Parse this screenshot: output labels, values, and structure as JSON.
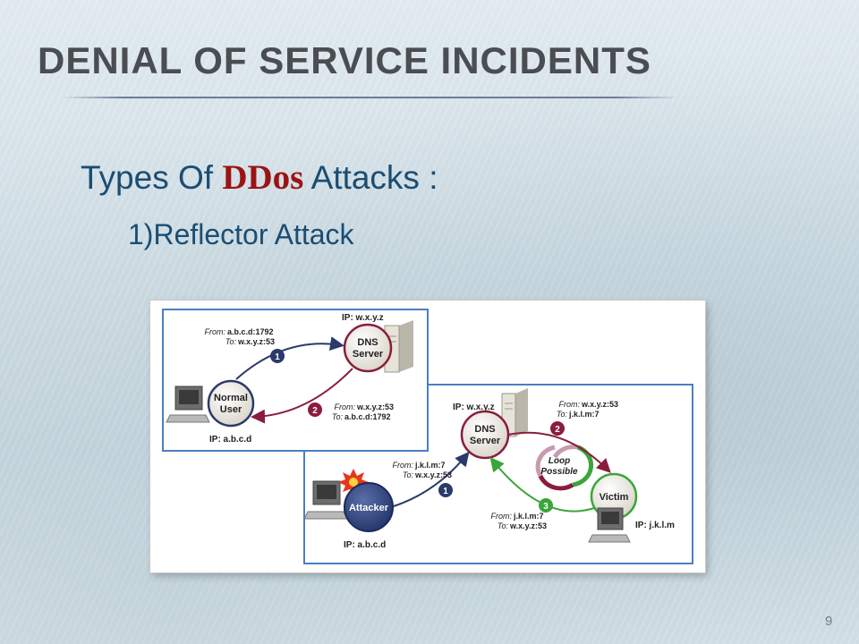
{
  "slide": {
    "title": "Denial of Service Incidents",
    "subhead_prefix": "Types Of ",
    "subhead_highlight": "DDos",
    "subhead_suffix": " Attacks :",
    "item": "1)Reflector Attack",
    "page_number": "9"
  },
  "diagram": {
    "top": {
      "ip_server": "IP: w.x.y.z",
      "server_line1": "DNS",
      "server_line2": "Server",
      "user_line1": "Normal",
      "user_line2": "User",
      "ip_user": "IP: a.b.c.d",
      "step1": "1",
      "step2": "2",
      "from1_label": "From:",
      "from1_value": "a.b.c.d:1792",
      "to1_label": "To:",
      "to1_value": "w.x.y.z:53",
      "from2_label": "From:",
      "from2_value": "w.x.y.z:53",
      "to2_label": "To:",
      "to2_value": "a.b.c.d:1792"
    },
    "bottom": {
      "ip_server": "IP: w.x.y.z",
      "server_line1": "DNS",
      "server_line2": "Server",
      "attacker": "Attacker",
      "ip_attacker": "IP: a.b.c.d",
      "victim": "Victim",
      "ip_victim": "IP: j.k.l.m",
      "loop_line1": "Loop",
      "loop_line2": "Possible",
      "step1": "1",
      "step2": "2",
      "step3": "3",
      "a_from_label": "From:",
      "a_from_value": "j.k.l.m:7",
      "a_to_label": "To:",
      "a_to_value": "w.x.y.z:53",
      "s_from_label": "From:",
      "s_from_value": "w.x.y.z:53",
      "s_to_label": "To:",
      "s_to_value": "j.k.l.m:7",
      "v_from_label": "From:",
      "v_from_value": "j.k.l.m:7",
      "v_to_label": "To:",
      "v_to_value": "w.x.y.z:53"
    }
  },
  "colors": {
    "title": "#4a4d52",
    "text_blue": "#1b4d72",
    "highlight_red": "#9a1414",
    "panel_border": "#4a7fc1",
    "arrow_blue": "#2a3a6a",
    "arrow_red": "#8a1c3c",
    "arrow_green": "#3aa53a"
  }
}
